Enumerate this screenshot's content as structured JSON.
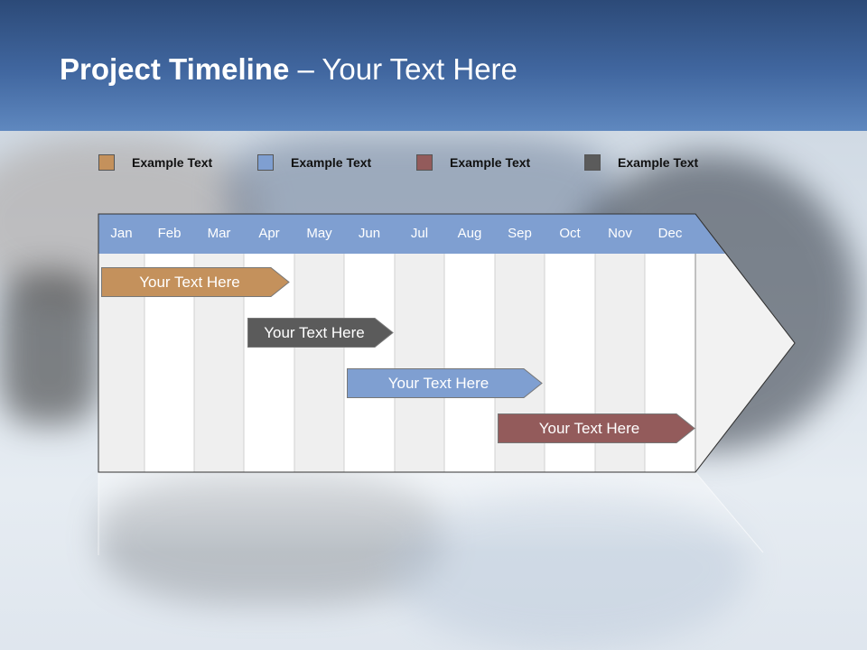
{
  "title": {
    "bold": "Project Timeline",
    "rest": " – Your Text Here"
  },
  "colors": {
    "orange": "#c4915c",
    "blue": "#7f9fd1",
    "red": "#935b5b",
    "gray": "#5b5b5b",
    "month_header": "#7f9fd1"
  },
  "legend": [
    {
      "label": "Example Text",
      "color": "#c4915c"
    },
    {
      "label": "Example Text",
      "color": "#7f9fd1"
    },
    {
      "label": "Example Text",
      "color": "#935b5b"
    },
    {
      "label": "Example Text",
      "color": "#5b5b5b"
    }
  ],
  "months": [
    "Jan",
    "Feb",
    "Mar",
    "Apr",
    "May",
    "Jun",
    "Jul",
    "Aug",
    "Sep",
    "Oct",
    "Nov",
    "Dec"
  ],
  "tasks": [
    {
      "label": "Your  Text Here",
      "color": "#c4915c"
    },
    {
      "label": "Your  Text Here",
      "color": "#5b5b5b"
    },
    {
      "label": "Your  Text Here",
      "color": "#7f9fd1"
    },
    {
      "label": "Your  Text Here",
      "color": "#935b5b"
    }
  ]
}
